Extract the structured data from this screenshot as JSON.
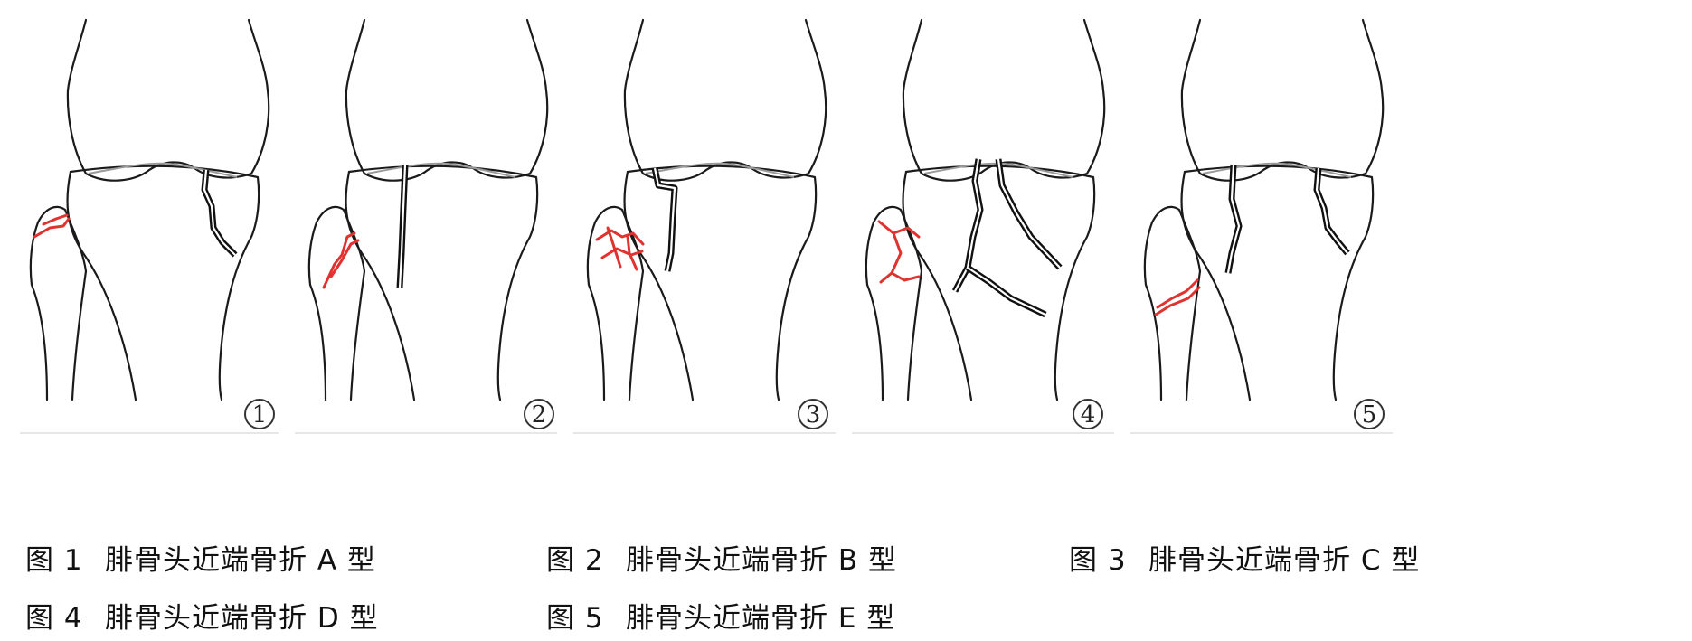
{
  "panel_numbers": [
    "1",
    "2",
    "3",
    "4",
    "5"
  ],
  "captions": [
    {
      "no": "图 1",
      "title": "腓骨头近端骨折 A 型"
    },
    {
      "no": "图 2",
      "title": "腓骨头近端骨折 B 型"
    },
    {
      "no": "图 3",
      "title": "腓骨头近端骨折 C 型"
    },
    {
      "no": "图 4",
      "title": "腓骨头近端骨折 D 型"
    },
    {
      "no": "图 5",
      "title": "腓骨头近端骨折 E 型"
    }
  ],
  "colors": {
    "bone_outline": "#1a1a1a",
    "fracture_tibia": "#111111",
    "fracture_fibula": "#e0332f"
  }
}
